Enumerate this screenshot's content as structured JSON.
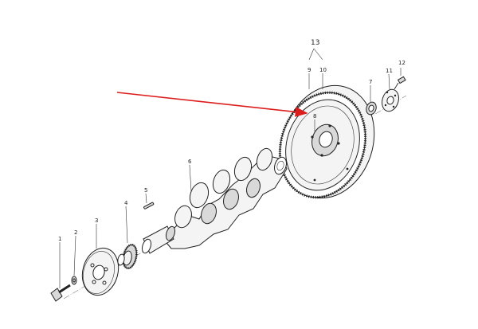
{
  "labels": {
    "assembly": "13",
    "p1": "1",
    "p2": "2",
    "p3": "3",
    "p4": "4",
    "p5": "5",
    "p6": "6",
    "p7": "7",
    "p8": "8",
    "p9": "9",
    "p10": "10",
    "p11": "11",
    "p12": "12"
  },
  "colors": {
    "pointer_arrow": "#dd1c1c",
    "lines": "#222222"
  }
}
